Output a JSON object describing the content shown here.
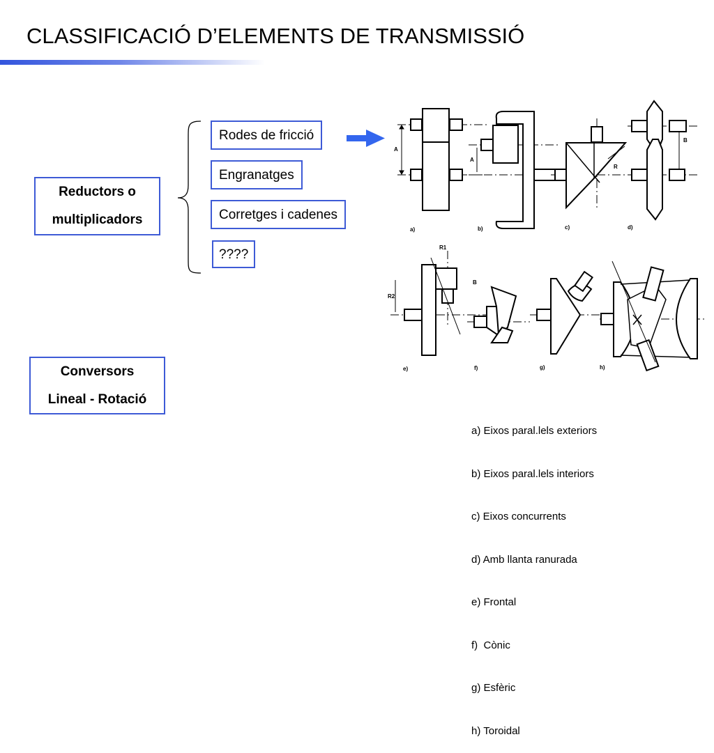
{
  "title": "CLASSIFICACIÓ D’ELEMENTS DE TRANSMISSIÓ",
  "categories": {
    "reductors": {
      "line1": "Reductors o",
      "line2": "multiplicadors"
    },
    "conversors": {
      "line1": "Conversors",
      "line2": "Lineal - Rotació"
    }
  },
  "options": [
    "Rodes de fricció",
    "Engranatges",
    "Corretges i cadenes",
    "????"
  ],
  "legend": [
    "a) Eixos paral.lels exteriors",
    "b) Eixos paral.lels interiors",
    "c) Eixos concurrents",
    "d) Amb llanta ranurada",
    "e) Frontal",
    "f)  Cònic",
    "g) Esfèric",
    "h) Toroidal"
  ],
  "figure_labels": [
    "a)",
    "b)",
    "c)",
    "d)",
    "e)",
    "f)",
    "g)",
    "h)"
  ],
  "dimension_labels": {
    "A": "A",
    "B": "B",
    "R": "R",
    "R1": "R1",
    "R2": "R2"
  },
  "colors": {
    "accent": "#3d5ad6",
    "arrow": "#3366ee"
  }
}
